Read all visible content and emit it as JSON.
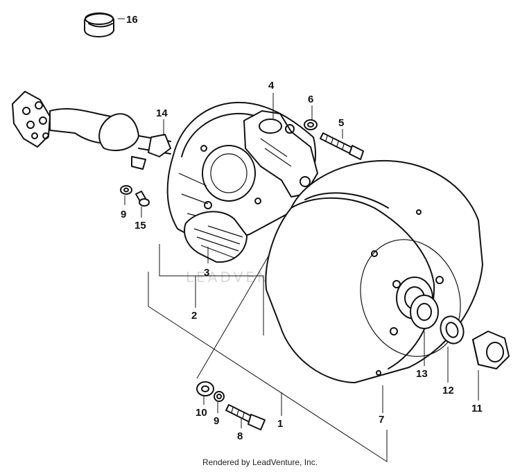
{
  "diagram": {
    "watermark": "LEADVENTURE",
    "footer": "Rendered by LeadVenture, Inc.",
    "callouts": {
      "c1": "1",
      "c2": "2",
      "c3": "3",
      "c4": "4",
      "c5": "5",
      "c6": "6",
      "c7": "7",
      "c8": "8",
      "c9a": "9",
      "c9b": "9",
      "c10": "10",
      "c11": "11",
      "c12": "12",
      "c13": "13",
      "c14": "14",
      "c15": "15",
      "c16": "16"
    }
  }
}
